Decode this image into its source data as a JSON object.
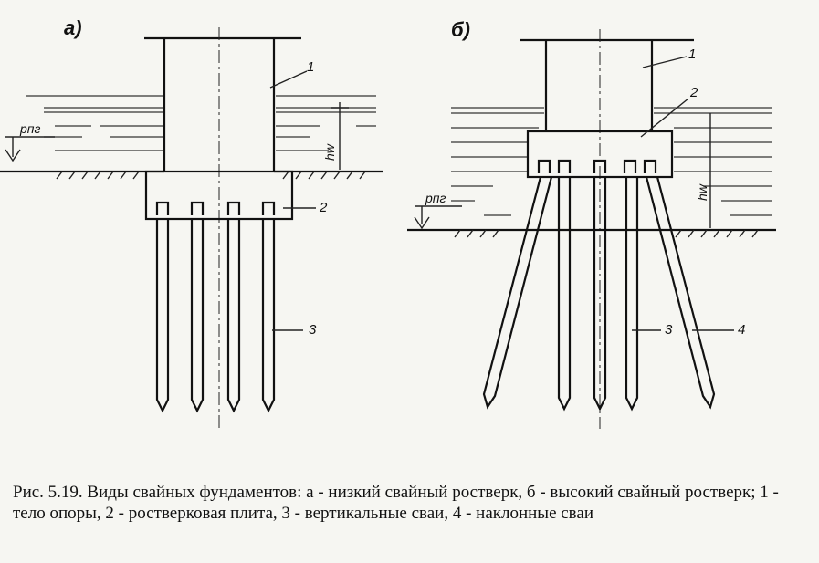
{
  "figure": {
    "panel_a_label": "а)",
    "panel_b_label": "б)",
    "ground_label_a": "рпг",
    "ground_label_b": "рпг",
    "hw_label_a": "hw",
    "hw_label_b": "hw",
    "a": {
      "pier": "1",
      "plate": "2",
      "piles": "3"
    },
    "b": {
      "pier": "1",
      "plate": "2",
      "vertical_piles": "3",
      "inclined_piles": "4"
    }
  },
  "caption": "Рис. 5.19. Виды свайных фундаментов: а - низкий свайный ростверк, б - высокий свайный ростверк; 1 - тело опоры, 2 - ростверковая плита, 3 - вертикальные сваи, 4 - наклонные сваи"
}
